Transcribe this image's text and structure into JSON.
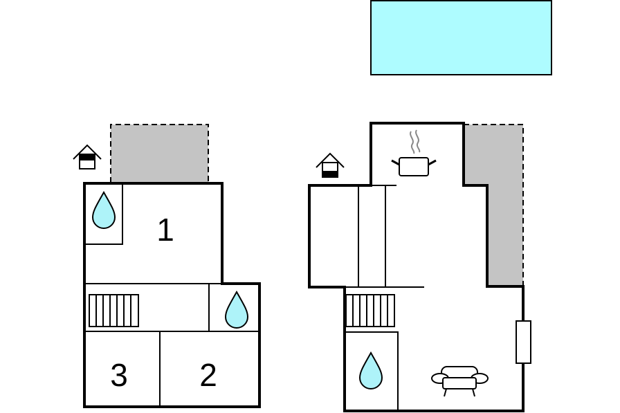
{
  "rooms": {
    "room_1": "1",
    "room_2": "2",
    "room_3": "3"
  },
  "colors": {
    "pool": "#aefcff",
    "terrace": "#c4c4c4",
    "water_drop": "#aef3f9",
    "walls": "#000000"
  },
  "icons": [
    "house-entrance-icon",
    "water-drop-icon",
    "radiator-icon",
    "cooking-pot-icon",
    "sofa-icon"
  ]
}
